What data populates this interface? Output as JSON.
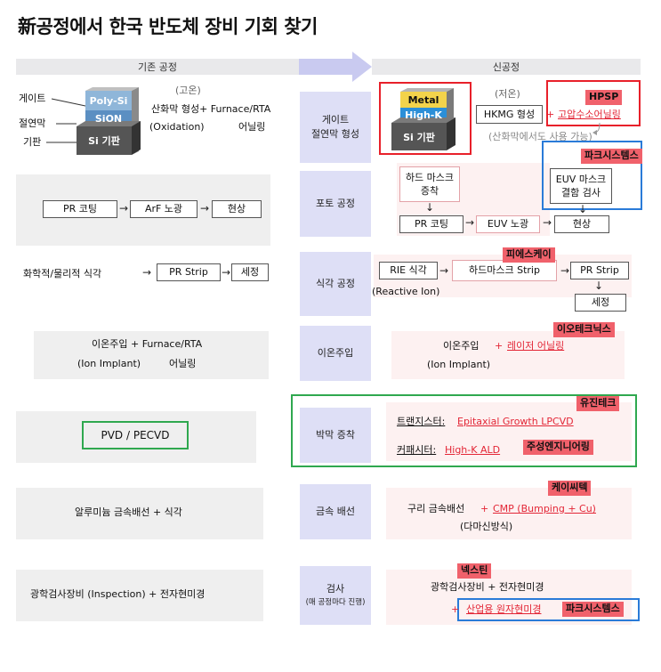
{
  "title": "新공정에서 한국 반도체 장비 기회 찾기",
  "headers": {
    "left": "기존 공정",
    "right": "신공정"
  },
  "colors": {
    "red": "#e32636",
    "tag": "#f0616b",
    "blue": "#2a7bd8",
    "green": "#2fa84f",
    "mid": "#dedff6"
  },
  "gate_old": {
    "side_labels": [
      "게이트",
      "절연막",
      "기판"
    ],
    "layers": [
      "Poly-Si",
      "SiON",
      "Si 기판"
    ],
    "temp": "(고온)",
    "line1": "산화막 형성+ Furnace/RTA",
    "line2_a": "(Oxidation)",
    "line2_b": "어닐링"
  },
  "gate_new": {
    "layers": [
      "Metal",
      "High-K",
      "Si 기판"
    ],
    "temp": "(저온)",
    "hkmg": "HKMG 형성",
    "plus": "+",
    "anneal": "고압수소어닐링",
    "company": "HPSP",
    "note": "(산화막에서도 사용 가능)"
  },
  "steps": [
    {
      "line1": "게이트",
      "line2": "절연막 형성"
    },
    {
      "line1": "포토 공정",
      "line2": ""
    },
    {
      "line1": "식각 공정",
      "line2": ""
    },
    {
      "line1": "이온주입",
      "line2": ""
    },
    {
      "line1": "박막 증착",
      "line2": ""
    },
    {
      "line1": "금속 배선",
      "line2": ""
    },
    {
      "line1": "검사",
      "line2": "(매 공정마다 진행)"
    }
  ],
  "photo_old": [
    "PR 코팅",
    "ArF 노광",
    "현상"
  ],
  "photo_new": {
    "hardmask": "하드 마스크 증착",
    "flow": [
      "PR 코팅",
      "EUV 노광",
      "현상"
    ],
    "euv_check": "EUV 마스크 결함 검사",
    "company": "파크시스템스"
  },
  "etch_old": [
    "화학적/물리적 식각",
    "PR Strip",
    "세정"
  ],
  "etch_new": {
    "rie": "RIE 식각",
    "rie_note": "(Reactive Ion)",
    "strip": "하드마스크 Strip",
    "pr_strip": "PR Strip",
    "clean": "세정",
    "company": "피에스케이"
  },
  "ion_old": {
    "line1": "이온주입 +  Furnace/RTA",
    "line2_a": "(Ion Implant)",
    "line2_b": "어닐링"
  },
  "ion_new": {
    "main": "이온주입",
    "plus": "+",
    "laser": "레이저 어닐링",
    "sub": "(Ion Implant)",
    "company": "이오테크닉스"
  },
  "dep_old": "PVD / PECVD",
  "dep_new": {
    "tr_label": "트랜지스터:",
    "tr_value": "Epitaxial Growth LPCVD",
    "cap_label": "커패시터:",
    "cap_value": "High-K ALD",
    "company1": "유진테크",
    "company2": "주성엔지니어링"
  },
  "metal_old": "알루미늄 금속배선  +  식각",
  "metal_new": {
    "main": "구리 금속배선",
    "plus": "+",
    "cmp": "CMP (Bumping + Cu)",
    "sub": "(다마신방식)",
    "company": "케이씨텍"
  },
  "insp_old": "광학검사장비 (Inspection) + 전자현미경",
  "insp_new": {
    "main": "광학검사장비 + 전자현미경",
    "plus": "+",
    "sem": "산업용 원자현미경",
    "company1": "넥스틴",
    "company2": "파크시스템스"
  }
}
